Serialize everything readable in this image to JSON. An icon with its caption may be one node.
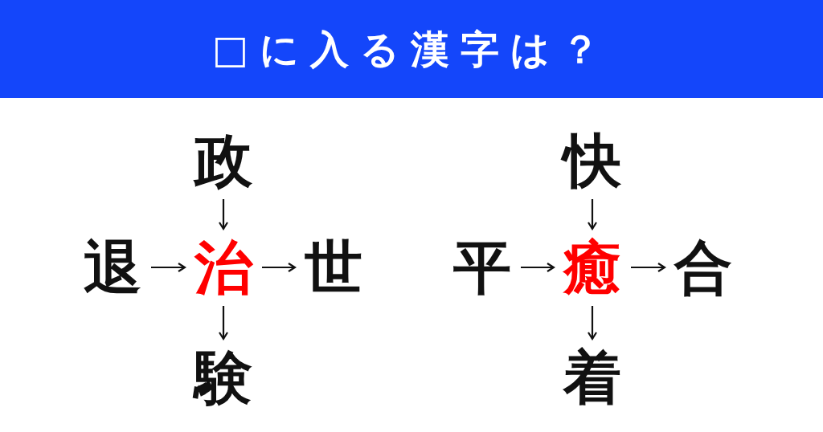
{
  "diagram": {
    "title": "□に入る漢字は？",
    "nodes": [
      {
        "text": [
          "政"
        ]
      },
      {
        "text": [
          "退"
        ]
      },
      {
        "text": [
          "治"
        ]
      },
      {
        "text": [
          "世"
        ]
      },
      {
        "text": [
          "験"
        ]
      },
      {
        "text": [
          "快"
        ]
      },
      {
        "text": [
          "平"
        ]
      },
      {
        "text": [
          "癒"
        ]
      },
      {
        "text": [
          "合"
        ]
      },
      {
        "text": [
          "着"
        ]
      }
    ],
    "edges": [
      {
        "from": 0,
        "to": 2,
        "arrow": "to"
      },
      {
        "from": 1,
        "to": 2,
        "arrow": "to"
      },
      {
        "from": 2,
        "to": 3,
        "arrow": "to"
      },
      {
        "from": 2,
        "to": 4,
        "arrow": "to"
      },
      {
        "from": 5,
        "to": 7,
        "arrow": "to"
      },
      {
        "from": 6,
        "to": 7,
        "arrow": "to"
      },
      {
        "from": 7,
        "to": 8,
        "arrow": "to"
      },
      {
        "from": 7,
        "to": 9,
        "arrow": "to"
      }
    ]
  }
}
